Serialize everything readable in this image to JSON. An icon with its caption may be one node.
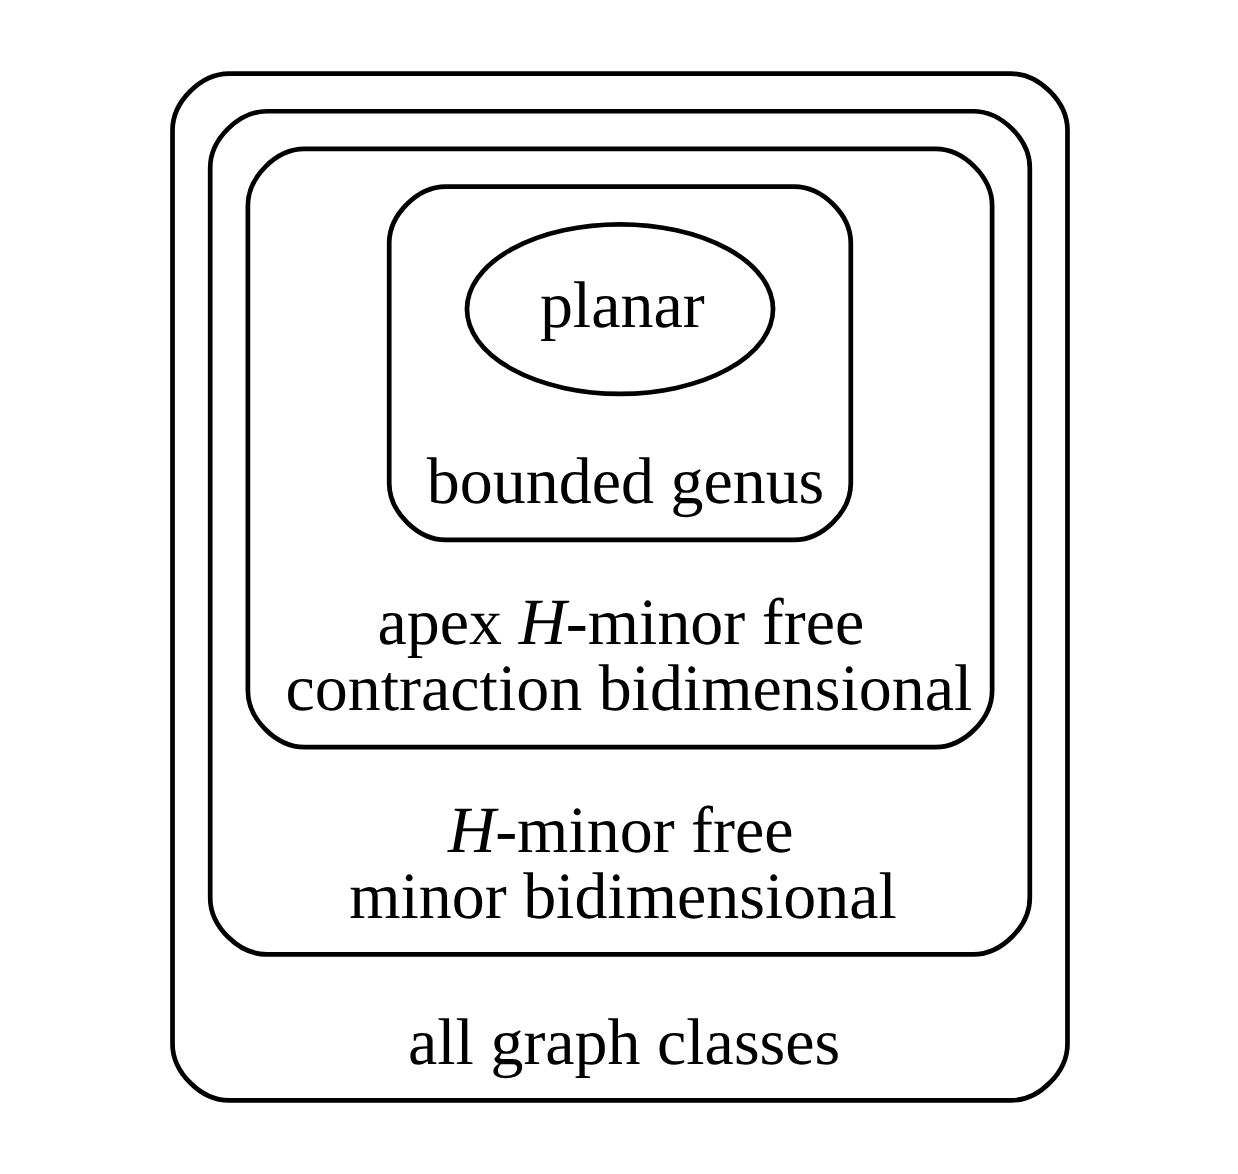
{
  "diagram": {
    "nodes": [
      {
        "text": [
          "all graph classes"
        ]
      },
      {
        "text": [
          "*H*-minor free",
          "minor bidimensional"
        ],
        "in": 0
      },
      {
        "text": [
          "apex *H*-minor free",
          "contraction bidimensional"
        ],
        "in": 1
      },
      {
        "text": [
          "bounded genus"
        ],
        "in": 2
      },
      {
        "text": [
          "planar"
        ],
        "in": 3
      }
    ]
  }
}
